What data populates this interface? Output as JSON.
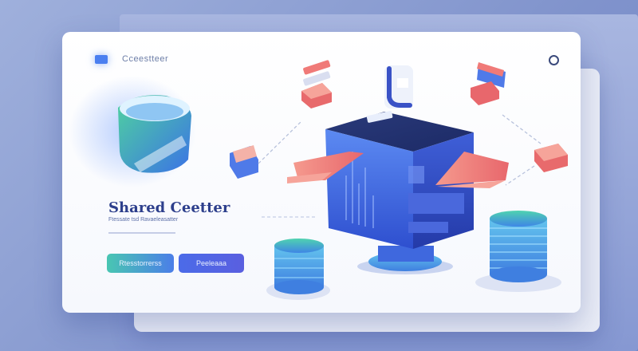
{
  "header": {
    "brand_text": "Cceestteer"
  },
  "hero": {
    "title": "Shared Ceetter",
    "subtitle": "Ftessate tsd  Ravaeleasatter",
    "primary_button_label": "Rtesstorrerss",
    "secondary_button_label": "Peeleaaa"
  },
  "icons": {
    "logo": "logo-mark-icon",
    "settings": "settings-ring-icon",
    "server": "server-cube-icon",
    "database": "database-cylinder-icon",
    "cloud_ring": "cloud-ring-icon",
    "document": "document-card-icon"
  },
  "colors": {
    "accent_blue": "#4b7ee8",
    "accent_teal": "#49c6b2",
    "accent_coral": "#f07a78",
    "title_navy": "#2d3f8c",
    "background": "#8a9bd4"
  }
}
